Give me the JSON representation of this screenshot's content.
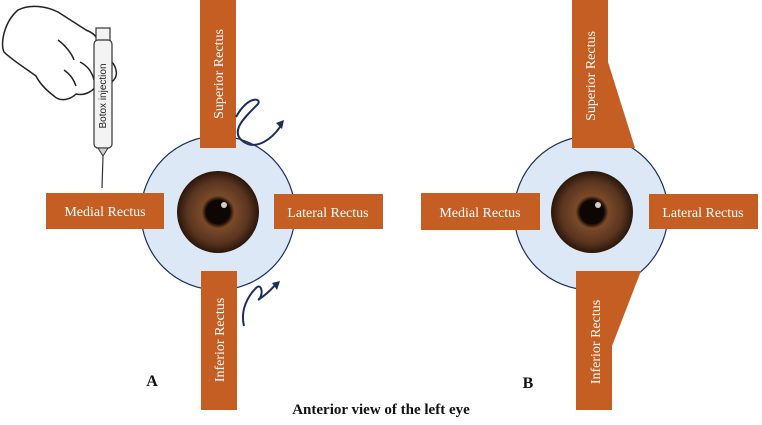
{
  "caption": "Anterior view of the left eye",
  "panels": [
    {
      "letter": "A",
      "muscles": {
        "superior": "Superior Rectus",
        "inferior": "Inferior Rectus",
        "medial": "Medial Rectus",
        "lateral": "Lateral Rectus"
      },
      "syringe_label": "Botox injection"
    },
    {
      "letter": "B",
      "muscles": {
        "superior": "Superior Rectus",
        "inferior": "Inferior Rectus",
        "medial": "Medial Rectus",
        "lateral": "Lateral Rectus"
      }
    }
  ],
  "colors": {
    "muscle": "#c45e22",
    "globe": "#dce8f6",
    "iris": "#5a3520",
    "arrow": "#1b2f5e"
  },
  "icons": [
    "hand-icon",
    "syringe-icon",
    "rotation-arrow-icon"
  ]
}
